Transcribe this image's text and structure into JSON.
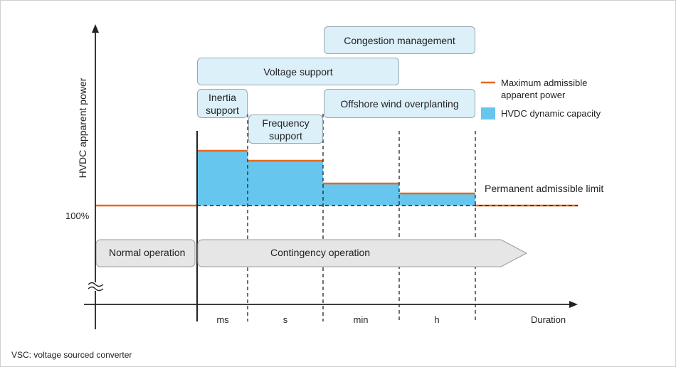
{
  "diagram": {
    "y_axis_label": "HVDC apparent power",
    "y_ref_label": "100%",
    "x_axis_label": "Duration",
    "footnote": "VSC: voltage sourced converter",
    "permanent_limit_label": "Permanent admissible limit",
    "time_ticks": [
      "ms",
      "s",
      "min",
      "h"
    ],
    "service_boxes": {
      "congestion": "Congestion management",
      "voltage": "Voltage support",
      "inertia": "Inertia\nsupport",
      "frequency": "Frequency\nsupport",
      "offshore": "Offshore wind overplanting"
    },
    "operation_bars": {
      "normal": "Normal operation",
      "contingency": "Contingency operation"
    },
    "legend": {
      "max_power": "Maximum admissible\napparent power",
      "dynamic_capacity": "HVDC dynamic capacity"
    },
    "colors": {
      "max_power_line": "#e8691c",
      "dynamic_capacity_fill": "#66c6ee",
      "service_box_fill": "#dcf0fa",
      "operation_bar_fill": "#e6e6e6"
    }
  }
}
